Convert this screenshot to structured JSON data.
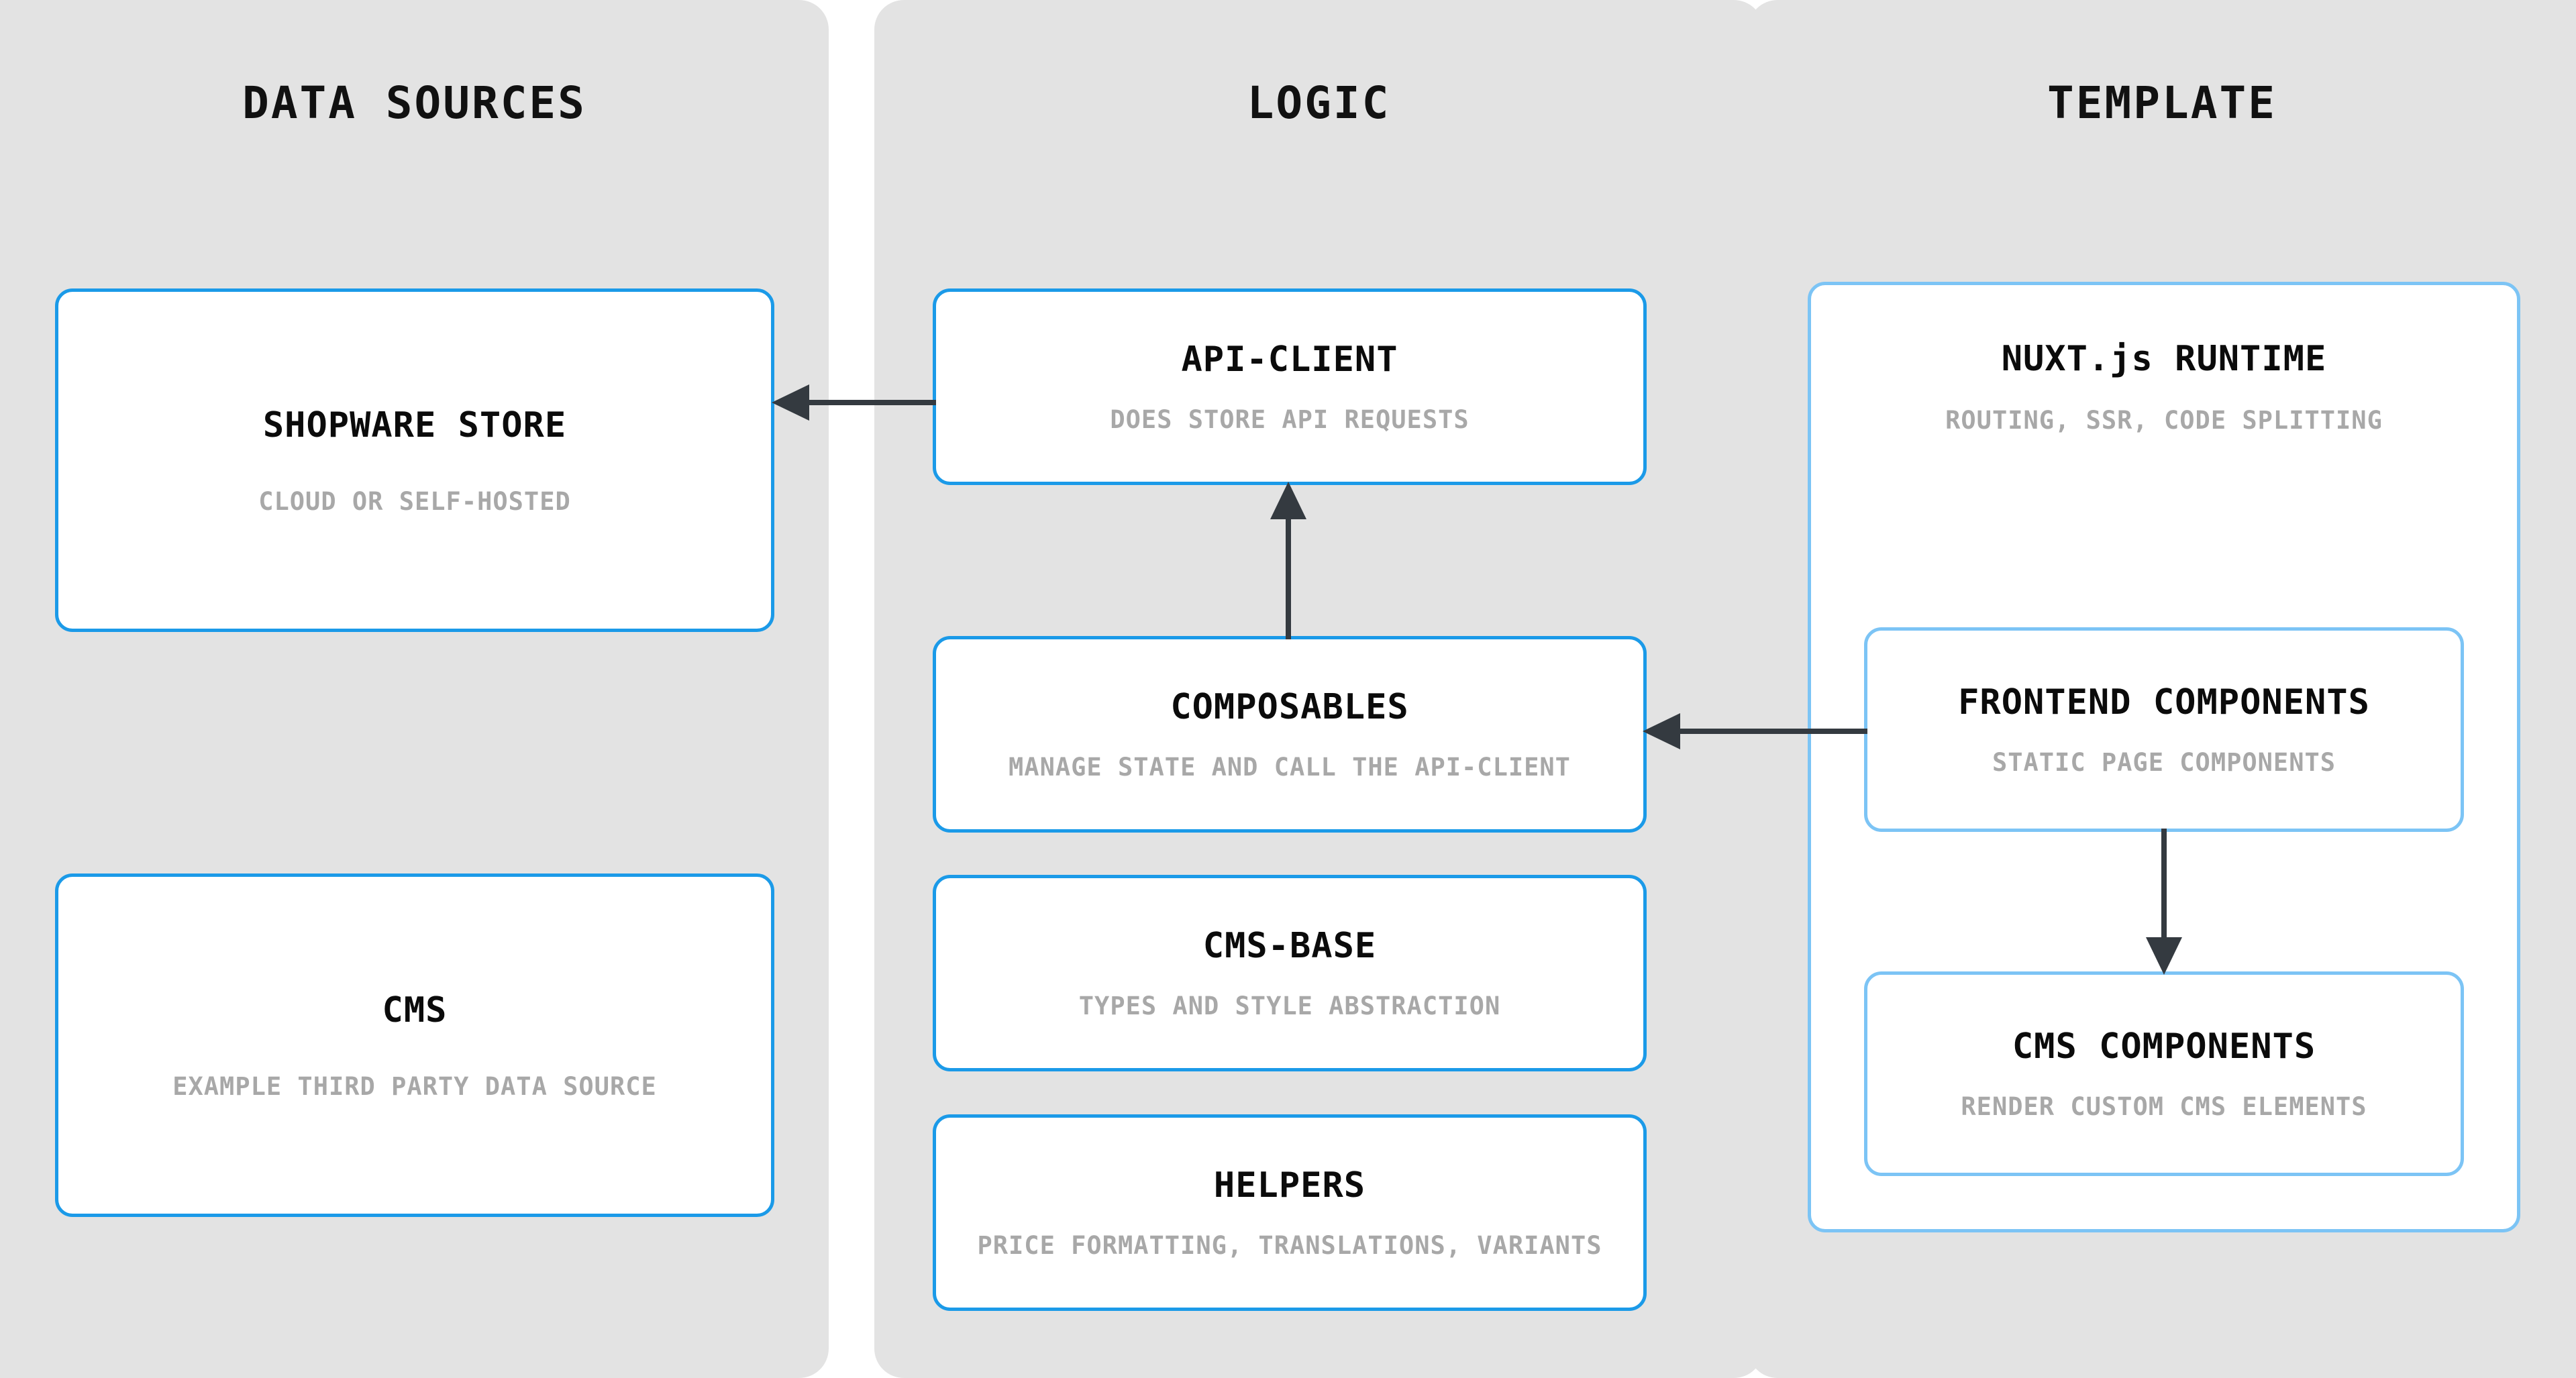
{
  "diagram": {
    "columns": [
      {
        "id": "data-sources",
        "title": "DATA SOURCES",
        "nodes": [
          {
            "id": "shopware-store",
            "title": "SHOPWARE STORE",
            "desc": "CLOUD OR SELF-HOSTED"
          },
          {
            "id": "cms",
            "title": "CMS",
            "desc": "EXAMPLE THIRD PARTY DATA SOURCE"
          }
        ]
      },
      {
        "id": "logic",
        "title": "LOGIC",
        "nodes": [
          {
            "id": "api-client",
            "title": "API-CLIENT",
            "desc": "DOES STORE API REQUESTS"
          },
          {
            "id": "composables",
            "title": "COMPOSABLES",
            "desc": "MANAGE STATE AND CALL THE API-CLIENT"
          },
          {
            "id": "cms-base",
            "title": "CMS-BASE",
            "desc": "TYPES AND STYLE ABSTRACTION"
          },
          {
            "id": "helpers",
            "title": "HELPERS",
            "desc": "PRICE FORMATTING, TRANSLATIONS, VARIANTS"
          }
        ]
      },
      {
        "id": "template",
        "title": "TEMPLATE",
        "nodes": [
          {
            "id": "nuxt-runtime",
            "title": "NUXT.js RUNTIME",
            "desc": "ROUTING, SSR, CODE SPLITTING"
          },
          {
            "id": "frontend-components",
            "title": "FRONTEND COMPONENTS",
            "desc": "STATIC PAGE COMPONENTS"
          },
          {
            "id": "cms-components",
            "title": "CMS COMPONENTS",
            "desc": "RENDER CUSTOM CMS ELEMENTS"
          }
        ]
      }
    ],
    "connections": [
      {
        "id": "apiclient-to-shopware",
        "from": "api-client",
        "to": "shopware-store",
        "direction": "left"
      },
      {
        "id": "composables-to-apiclient",
        "from": "composables",
        "to": "api-client",
        "direction": "up"
      },
      {
        "id": "frontend-to-composables",
        "from": "frontend-components",
        "to": "composables",
        "direction": "left"
      },
      {
        "id": "frontend-to-cmscomponents",
        "from": "frontend-components",
        "to": "cms-components",
        "direction": "down"
      }
    ],
    "colors": {
      "panel_background": "#e3e3e3",
      "page_background": "#ffffff",
      "node_background": "#ffffff",
      "node_border": "#1b9ae8",
      "node_border_light": "#7cc4f5",
      "title_text": "#0b0b0b",
      "description_text": "#a8a8a8",
      "arrow": "#343a40"
    }
  }
}
